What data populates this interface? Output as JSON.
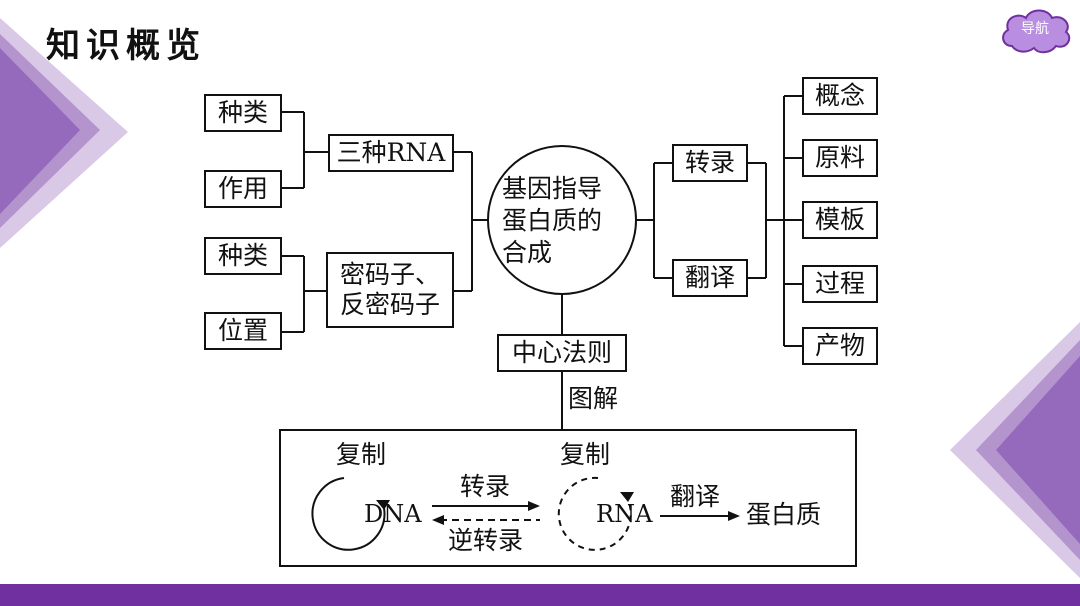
{
  "header": {
    "title": "知识概览",
    "nav_label": "导航"
  },
  "colors": {
    "accent": "#7030a0",
    "decor_light": "#d9c8e6",
    "decor_mid": "#b494cd",
    "decor_dark": "#8f62b8",
    "nav_fill": "#b98de0"
  },
  "diagram": {
    "center": "基因指导蛋白质的合成",
    "left": {
      "rna_types": "三种RNA",
      "rna_type_children": [
        "种类",
        "作用"
      ],
      "codon": "密码子、反密码子",
      "codon_children": [
        "种类",
        "位置"
      ]
    },
    "right": {
      "transcription": "转录",
      "translation": "翻译",
      "aspects": [
        "概念",
        "原料",
        "模板",
        "过程",
        "产物"
      ]
    },
    "dogma": {
      "label": "中心法则",
      "sub_label": "图解"
    },
    "dogma_figure": {
      "replicate_dna": "复制",
      "replicate_rna": "复制",
      "dna": "DNA",
      "rna": "RNA",
      "transcription": "转录",
      "reverse_transcription": "逆转录",
      "translation": "翻译",
      "protein": "蛋白质"
    }
  }
}
